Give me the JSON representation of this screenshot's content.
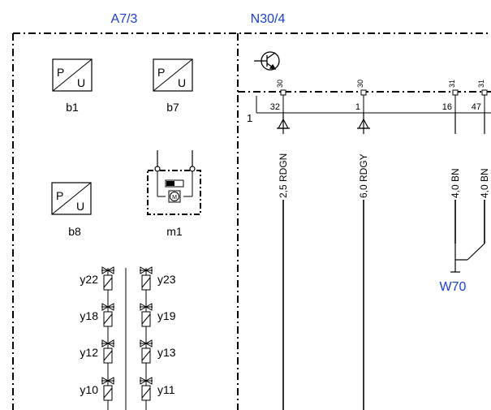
{
  "modules": {
    "a7_3": {
      "label": "A7/3"
    },
    "n30_4": {
      "label": "N30/4"
    }
  },
  "components": {
    "b1": {
      "label": "b1",
      "p": "P",
      "u": "U"
    },
    "b7": {
      "label": "b7",
      "p": "P",
      "u": "U"
    },
    "b8": {
      "label": "b8",
      "p": "P",
      "u": "U"
    },
    "m1": {
      "label": "m1",
      "motor": "M"
    }
  },
  "valves": [
    {
      "left": "y22",
      "right": "y23"
    },
    {
      "left": "y18",
      "right": "y19"
    },
    {
      "left": "y12",
      "right": "y13"
    },
    {
      "left": "y10",
      "right": "y11"
    }
  ],
  "connector": {
    "label": "1"
  },
  "pins": [
    {
      "term": "30",
      "pin": "32",
      "wire": "2,5 RDGN"
    },
    {
      "term": "30",
      "pin": "1",
      "wire": "6,0 RDGY"
    },
    {
      "term": "31",
      "pin": "16",
      "wire": "4,0 BN"
    },
    {
      "term": "31",
      "pin": "47",
      "wire": "4,0 BN"
    }
  ],
  "ground": {
    "label": "W70"
  },
  "colors": {
    "module_label": "#1a3fd0",
    "line": "#000000"
  },
  "icons": [
    "pressure-sensor-icon",
    "motor-icon",
    "solenoid-valve-icon",
    "transistor-icon",
    "ground-icon"
  ]
}
